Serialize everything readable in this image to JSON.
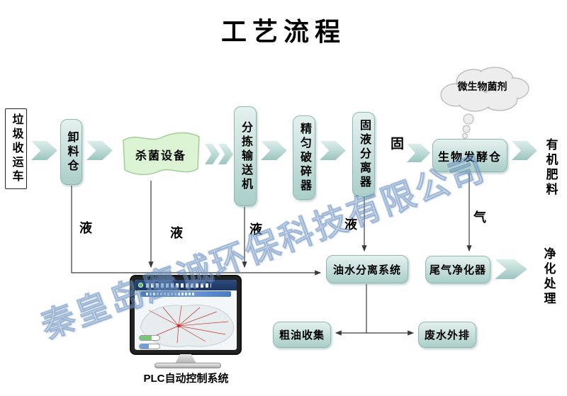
{
  "title": "工艺流程",
  "watermark": "秦皇岛鹰诚环保科技有限公司",
  "flow": {
    "truck": "垃圾收运车",
    "unloading_bin": "卸料仓",
    "sterilizer": "杀菌设备",
    "sorting_conveyor": "分拣输送机",
    "crusher": "精匀破碎器",
    "solid_liquid_separator": "固液分离器",
    "fermentation_bin": "生物发酵仓",
    "organic_fertilizer": "有机肥料",
    "microbial_agent": "微生物菌剂",
    "tail_gas_purifier": "尾气净化器",
    "purification": "净化处理",
    "oil_water_system": "油水分离系统",
    "crude_oil_collection": "粗油收集",
    "wastewater_discharge": "废水外排",
    "plc_label": "PLC自动控制系统"
  },
  "stream_labels": {
    "liquid": "液",
    "solid": "固",
    "gas": "气"
  },
  "colors": {
    "box_fill": "#c2dcd8",
    "box_border": "#8fb8b2",
    "arrow_fill": "#b9d8d4",
    "sterilizer_fill": "#dcf4d3",
    "cloud_fill": "#ededed",
    "watermark_color": "#7da0cd",
    "line_color": "#3a3a3a",
    "map_line_color": "#c83232"
  }
}
